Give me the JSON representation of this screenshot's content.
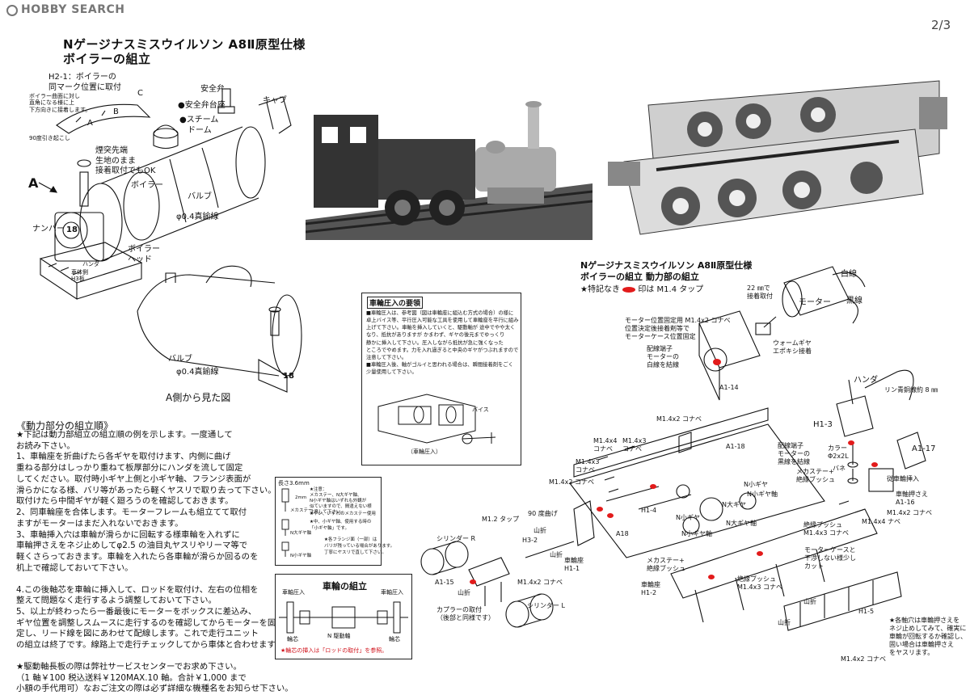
{
  "watermark": {
    "brand": "HOBBY SEARCH"
  },
  "page": {
    "number": "2/3"
  },
  "boiler": {
    "title_line1": "Nゲージナスミスウイルソン A8Ⅱ原型仕様",
    "title_line2": "ボイラーの組立",
    "note_h21": "H2-1：ボイラーの\n同マーク位置に取付",
    "note_angle": "ボイラー曲面に対し\n直角になる様に上\n下方向きに接着します。",
    "label_c": "C",
    "label_b": "B",
    "label_a": "A",
    "note_90": "90度引き起こし",
    "safety_valve": "安全弁",
    "safety_valve_base": "●安全弁台座",
    "cab": "キャブ",
    "steam_dome": "●スチーム\n　ドーム",
    "chimney": "煙突先端\n生地のまま\n接着取付でもOK",
    "boiler": "ボイラー",
    "valve": "バルブ",
    "handrail": "φ0.4真鍮線",
    "big_a": "A",
    "number_label": "ナンバー",
    "number_plate": "18",
    "boiler_head": "ボイラー\nヘッド",
    "solder": "ハンダ",
    "body": "車体側\nH3板",
    "valve2": "バルブ",
    "handrail2": "φ0.4真鍮線",
    "view_a": "A側から見た図",
    "number_plate2": "18"
  },
  "drive_title": {
    "line1": "Nゲージナスミスウイルソン A8Ⅱ原型仕様",
    "line2": "ボイラーの組立 動力部の組立",
    "note_prefix": "★特記なき",
    "note_suffix": "印は M1.4 タップ"
  },
  "wheel_box": {
    "title": "車輪圧入の要領",
    "text": "■車輪圧入は、参考図（図は車輪座に組込む方式の場合）の様に\n卓上バイス等、平行圧入可能な工具を使用して車輪座を平行に組み\n上げて下さい。車軸を挿入していくと、駆動軸が 途中でやや太く\nなり、抵抗がありますが かまわず、ギヤの後元までゆっくり\n静かに挿入して下さい。圧入しながら抵抗が急に強くなった\nところでやめます。力を入れ過ぎると中央のギヤがつぶれますので\n注意して下さい。\n■車輪圧入後、軸がゴルイと思われる場合は、瞬間接着剤をごく\n少量使用して下さい。",
    "vise": "バイス",
    "caption": "（車輪圧入）"
  },
  "procedure": {
    "heading": "《動力部分の組立順》",
    "lines": [
      "★下記は動力部組立の組立順の例を示します。一度通して",
      "お読み下さい。",
      "1、車輪座を折曲げたら各ギヤを取付けます、内側に曲げ",
      "重ねる部分はしっかり重ねて板厚部分にハンダを流して固定",
      "してください。取付時小ギヤ上側と小ギヤ軸、フランジ表面が",
      "滑らかになる様、バリ等があったら軽くヤスリで取り去って下さい。",
      "取付けたら中間ギヤが軽く廻ろうのを確認しておきます。",
      "2、同車輪座を合体します。モーターフレームも組立てて取付",
      "ますがモーターはまだ入れないでおきます。",
      "3、車軸挿入穴は車輪が滑らかに回転する様車輪を入れずに",
      "車輪押さえをネジ止めしてφ2.5 の油目丸ヤスリやリーマ等で",
      "軽くさらっておきます。車輪を入れたら各車輪が滑らか回るのを",
      "机上で確認しておいて下さい。",
      "",
      "4.この後軸芯を車輪に挿入して、ロッドを取付け、左右の位相を",
      "整えて問題なく走行するよう調整しておいて下さい。",
      "5、以上が終わったら一番最後にモーターをボックスに差込み、",
      "ギヤ位置を調整しスムースに走行するのを確認してからモーターを固",
      "定し、リード線を図にあわせて配線します。これで走行ユニット",
      "の組立は終了です。線路上で走行チェックしてから車体と合わせます。",
      "",
      "★駆動軸長板の際は弊社サービスセンターでお求め下さい。",
      "（1 軸￥100 税込送料￥120MAX.10 軸。合計￥1,000 まで",
      "小額の手代用可）なおご注文の際は必ず詳細な機種名をお知らせ下さい。"
    ]
  },
  "gear_box": {
    "len": "長さ3.6mm",
    "notes": "★注意：\nメカステー、N大ギヤ軸、\nN小ギヤ軸はいずれも外観が\n似ていますので、間違えない様\n注意して下さい。",
    "mecha": "メカステー",
    "n_large_axle": "N大ギヤ軸",
    "n_small_axle": "N小ギヤ軸",
    "note2": "★中、小ギヤ軸、使用する時の\n「小ギヤ軸」です。",
    "note3": "★各フランジ面（一部）は\nバリが残っている場合があります。\n丁寧にヤスリで直して下さい。",
    "mecha_std": "★やい、いずれのメカステー使用",
    "dims": "2mm"
  },
  "assembly_box": {
    "title": "車輪の組立",
    "press_left": "車軸圧入",
    "press_right": "車軸圧入",
    "axle": "N 駆動軸",
    "core_left": "輪芯",
    "core_right": "輪芯",
    "caution": "★輪芯の挿入は「ロッドの取付」を参照。"
  },
  "drive_labels": {
    "white_wire": "白線",
    "black_wire": "黒線",
    "mm22": "22 ㎜で\n接着取付",
    "motor": "モーター",
    "motor_screw": "モーター位置固定用 M1.4x2 コナベ\n位置決定後接着剤等で\nモーターケース位置固定",
    "worm": "ウォームギヤ\nエポキシ接着",
    "wiring_white": "配線端子\nモーターの\n白線を結線",
    "a114": "A1-14",
    "m14x2_a": "M1.4x2 コナベ",
    "solder": "ハンダ",
    "phosphor": "リン青銅線約 8 ㎜",
    "h13": "H1-3",
    "a117": "A1-17",
    "collar": "カラー\nΦ2x2L",
    "spring": "バネ",
    "follower": "従車輪挿入",
    "wheel_retainer": "車軸押さえ\nA1-16",
    "m14x2_b": "M1.4x2 コナベ",
    "m14x4_b": "M1.4x4 ナベ",
    "m14x4": "M1.4x4\nコナベ",
    "m14x3": "M1.4x3\nコナベ",
    "m14x3_b": "M1.4x3\nコナベ",
    "m14x2_c": "M1.4x2 コナベ",
    "a118": "A1-18",
    "wiring_black": "配線端子\nモーターの\n黒線を結線",
    "mecha_bush": "メカステー+\n絶縁ブッシュ",
    "n_small": "N小ギヤ",
    "n_small_axle": "N小ギヤ軸",
    "n_large": "N大ギヤ",
    "n_large_axle": "N大ギヤ軸",
    "n_small2": "N小ギヤ",
    "n_small_axle2": "N小ギヤ軸",
    "h14": "H1-4",
    "m12_tap": "M1.2 タップ",
    "deg90": "90 度曲げ",
    "yamaori1": "山折",
    "yamaori2": "山折",
    "h32": "H3-2",
    "a18": "A18",
    "cyl_r": "シリンダー R",
    "a115": "A1-15",
    "yamaori3": "山折",
    "m14x2_d": "M1.4x2 コナベ",
    "wheel_seat1": "車輪座\nH1-1",
    "coupler": "カプラーの取付\n（後部と同様です）",
    "cyl_l": "シリンダー L",
    "insul_bush": "絶縁ブッシュ\nM1.4x3 コナベ",
    "motor_case": "モーターケースと\n干渉しない様少し\nカット",
    "mecha_bush2": "メカステー+\n絶縁ブッシュ",
    "wheel_seat2": "車輪座\nH1-2",
    "insul_bush2": "絶縁ブッシュ\nM1.4x3 コナベ",
    "yamaori4": "山折",
    "yamaori5": "山折",
    "h15": "H1-5",
    "note_axle": "★各軸穴は車輪押さえを\nネジ止めしてみて、確実に\n車輪が回転するか確認し、\n固い場合は車輪押さえ\nをヤスリます。",
    "m14x2_e": "M1.4x2 コナベ"
  },
  "colors": {
    "red_mark": "#e21b1b"
  }
}
